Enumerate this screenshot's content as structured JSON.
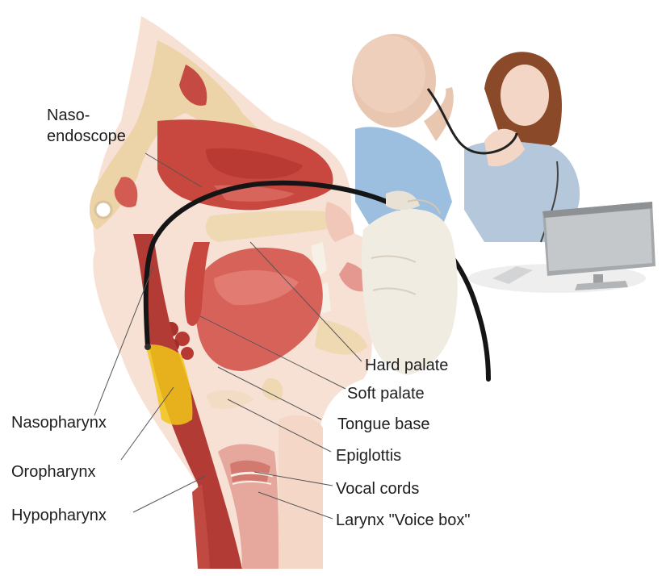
{
  "labels": {
    "naso_line1": "Naso-",
    "naso_line2": "endoscope",
    "hard_palate": "Hard palate",
    "soft_palate": "Soft palate",
    "tongue_base": "Tongue base",
    "epiglottis": "Epiglottis",
    "vocal_cords": "Vocal cords",
    "larynx": "Larynx \"Voice box\"",
    "nasopharynx": "Nasopharynx",
    "oropharynx": "Oropharynx",
    "hypopharynx": "Hypopharynx"
  },
  "colors": {
    "tissue": "#c9473f",
    "tissue_light": "#e9a49a",
    "bone": "#efd9b3",
    "skin": "#f5d7c8",
    "scope": "#1b1b1b",
    "highlight": "#f0c419",
    "scrubs": "#a9c8e6",
    "monitor": "#b9bcbf"
  }
}
